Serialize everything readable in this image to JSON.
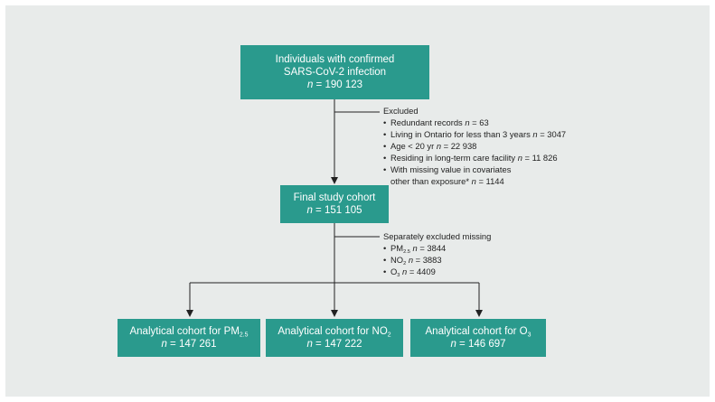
{
  "boxes": {
    "top": {
      "line1": "Individuals with confirmed",
      "line2": "SARS-CoV-2 infection",
      "n_label": "n",
      "n_value": " = 190 123"
    },
    "final": {
      "line1": "Final study cohort",
      "n_label": "n",
      "n_value": " = 151 105"
    },
    "pm25": {
      "label": "Analytical cohort for PM",
      "sub": "2.5",
      "n_label": "n",
      "n_value": " = 147 261"
    },
    "no2": {
      "label": "Analytical cohort for NO",
      "sub": "2",
      "n_label": "n",
      "n_value": " = 147 222"
    },
    "o3": {
      "label": "Analytical cohort for O",
      "sub": "3",
      "n_label": "n",
      "n_value": " = 146 697"
    }
  },
  "excluded": {
    "heading": "Excluded",
    "items": [
      {
        "text": "Redundant records ",
        "n_label": "n",
        "n_value": " = 63"
      },
      {
        "text": "Living in Ontario for less than 3 years ",
        "n_label": "n",
        "n_value": " = 3047"
      },
      {
        "text": "Age < 20 yr ",
        "n_label": "n",
        "n_value": " = 22 938"
      },
      {
        "text": "Residing in long-term care facility ",
        "n_label": "n",
        "n_value": " = 11 826"
      },
      {
        "text": "With missing value in covariates",
        "n_label": "",
        "n_value": ""
      }
    ],
    "continuation": {
      "text": "other than exposure* ",
      "n_label": "n",
      "n_value": " = 1144"
    }
  },
  "separately_excluded": {
    "heading": "Separately excluded missing",
    "items": [
      {
        "text": "PM",
        "sub": "2.5",
        "n_label": "n",
        "n_value": " = 3844"
      },
      {
        "text": "NO",
        "sub": "2",
        "n_label": "n",
        "n_value": " = 3883"
      },
      {
        "text": "O",
        "sub": "3",
        "n_label": "n",
        "n_value": " = 4409"
      }
    ]
  },
  "colors": {
    "box_fill": "#2a9a8d",
    "box_text": "#ffffff",
    "background_panel": "#e8ebea",
    "line": "#222222"
  }
}
